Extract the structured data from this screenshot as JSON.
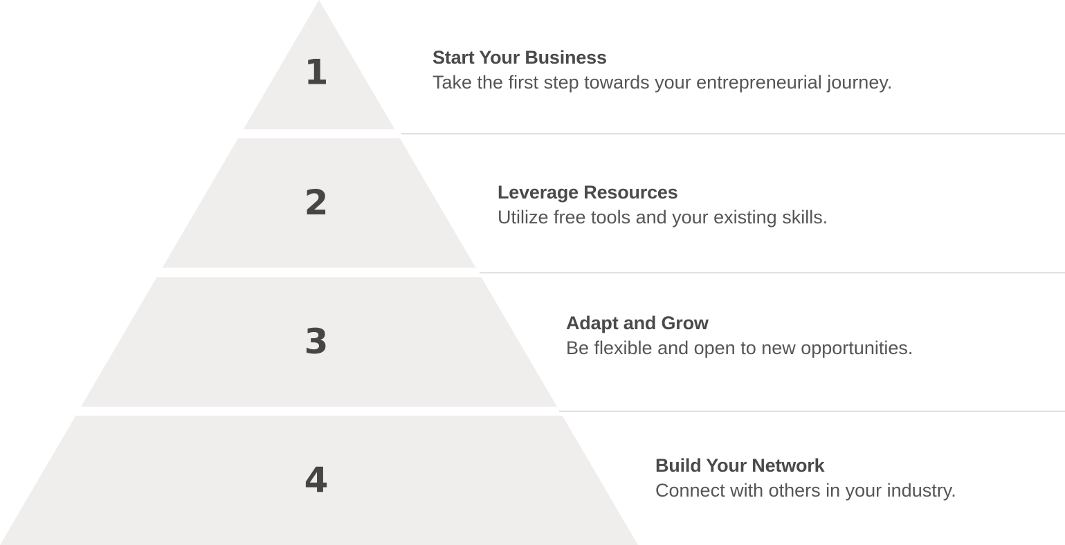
{
  "colors": {
    "tier_fill": "#f0eeed",
    "number": "#454545",
    "title": "#4a4a4a",
    "description": "#555555",
    "divider": "#d2d2d2",
    "background": "#ffffff"
  },
  "steps": [
    {
      "number": "1",
      "title": "Start Your Business",
      "description": "Take the first step towards your entrepreneurial journey."
    },
    {
      "number": "2",
      "title": "Leverage Resources",
      "description": "Utilize free tools and your existing skills."
    },
    {
      "number": "3",
      "title": "Adapt and Grow",
      "description": "Be flexible and open to new opportunities."
    },
    {
      "number": "4",
      "title": "Build Your Network",
      "description": "Connect with others in your industry."
    }
  ]
}
